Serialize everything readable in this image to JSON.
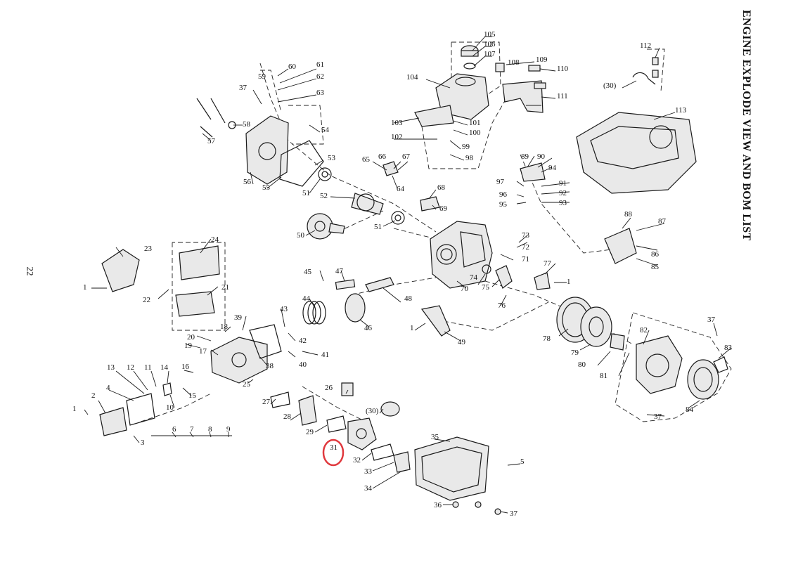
{
  "page": {
    "number": "22",
    "title": "ENGINE EXPLODE VIEW AND BOM LIST"
  },
  "highlight": {
    "label": "31",
    "color": "#e0393e"
  },
  "labels": [
    "1",
    "1",
    "1",
    "1",
    "2",
    "3",
    "4",
    "5",
    "6",
    "7",
    "8",
    "9",
    "10",
    "11",
    "12",
    "13",
    "14",
    "15",
    "16",
    "17",
    "18",
    "19",
    "20",
    "21",
    "22",
    "23",
    "24",
    "25",
    "26",
    "27",
    "28",
    "29",
    "(30)",
    "(30)",
    "31",
    "32",
    "33",
    "34",
    "35",
    "36",
    "37",
    "37",
    "37",
    "37",
    "38",
    "39",
    "40",
    "41",
    "42",
    "43",
    "44",
    "45",
    "46",
    "47",
    "48",
    "49",
    "50",
    "51",
    "51",
    "52",
    "53",
    "54",
    "55",
    "56",
    "57",
    "58",
    "59",
    "60",
    "61",
    "62",
    "63",
    "64",
    "65",
    "66",
    "67",
    "68",
    "69",
    "70",
    "71",
    "72",
    "73",
    "74",
    "75",
    "76",
    "77",
    "78",
    "79",
    "80",
    "81",
    "82",
    "83",
    "84",
    "85",
    "86",
    "87",
    "88",
    "89",
    "90",
    "91",
    "92",
    "93",
    "94",
    "95",
    "96",
    "97",
    "98",
    "99",
    "100",
    "101",
    "102",
    "103",
    "104",
    "105",
    "106",
    "107",
    "108",
    "109",
    "110",
    "111",
    "112",
    "113"
  ]
}
